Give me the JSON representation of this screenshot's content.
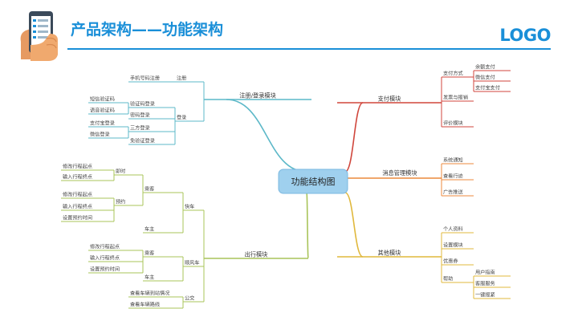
{
  "header": {
    "title": "产品架构——功能架构",
    "logo": "LOGO",
    "accent": "#1a8fd8",
    "icon": "phone-in-hand-icon"
  },
  "mindmap": {
    "center": "功能结构图",
    "branches": [
      {
        "label": "注册/登录模块",
        "color": "#5cb8c8",
        "children": [
          {
            "label": "注册",
            "children": [
              {
                "label": "手机号码注册"
              }
            ]
          },
          {
            "label": "登录",
            "children": [
              {
                "label": "验证码登录",
                "children": [
                  {
                    "label": "短信验证码"
                  },
                  {
                    "label": "语音验证码"
                  }
                ]
              },
              {
                "label": "密码登录"
              },
              {
                "label": "三方登录",
                "children": [
                  {
                    "label": "支付宝登录"
                  },
                  {
                    "label": "微信登录"
                  }
                ]
              },
              {
                "label": "免验证登录"
              }
            ]
          }
        ]
      },
      {
        "label": "出行模块",
        "color": "#a9c45a",
        "children": [
          {
            "label": "快车",
            "children": [
              {
                "label": "乘客",
                "children": [
                  {
                    "label": "即时",
                    "children": [
                      {
                        "label": "修改行程起点"
                      },
                      {
                        "label": "输入行程终点"
                      }
                    ]
                  },
                  {
                    "label": "预约",
                    "children": [
                      {
                        "label": "修改行程起点"
                      },
                      {
                        "label": "输入行程终点"
                      },
                      {
                        "label": "设置预约时间"
                      }
                    ]
                  }
                ]
              },
              {
                "label": "车主"
              }
            ]
          },
          {
            "label": "顺风车",
            "children": [
              {
                "label": "乘客",
                "children": [
                  {
                    "label": "修改行程起点"
                  },
                  {
                    "label": "输入行程终点"
                  },
                  {
                    "label": "设置预约时间"
                  }
                ]
              },
              {
                "label": "车主"
              }
            ]
          },
          {
            "label": "公交",
            "children": [
              {
                "label": "查看车辆到站情况"
              },
              {
                "label": "查看车辆路线"
              }
            ]
          }
        ]
      },
      {
        "label": "支付模块",
        "color": "#d0463c",
        "children": [
          {
            "label": "支付方式",
            "children": [
              {
                "label": "余额支付"
              },
              {
                "label": "微信支付"
              },
              {
                "label": "支付宝支付"
              }
            ]
          },
          {
            "label": "发票与报销"
          },
          {
            "label": "评价模块"
          }
        ]
      },
      {
        "label": "消息管理模块",
        "color": "#ec8a3c",
        "children": [
          {
            "label": "系统通知"
          },
          {
            "label": "查看行迹"
          },
          {
            "label": "广告推送"
          }
        ]
      },
      {
        "label": "其他模块",
        "color": "#e0b83c",
        "children": [
          {
            "label": "个人资料"
          },
          {
            "label": "设置模块"
          },
          {
            "label": "优惠券"
          },
          {
            "label": "帮助",
            "children": [
              {
                "label": "用户指南"
              },
              {
                "label": "客服服务"
              },
              {
                "label": "一键报紧"
              }
            ]
          }
        ]
      }
    ]
  }
}
